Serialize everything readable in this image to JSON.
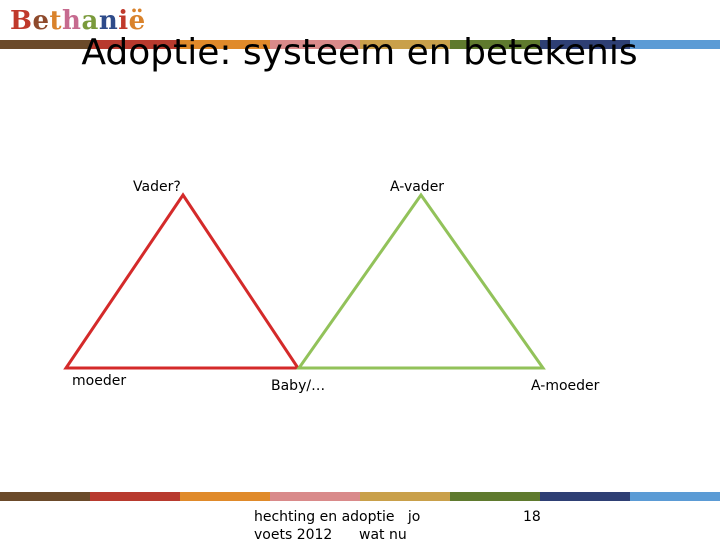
{
  "logo": {
    "text": "Bethanië",
    "colors": [
      "#c0392b",
      "#8e4a2c",
      "#d9822b",
      "#c66a8f",
      "#7a9a3b",
      "#2e4b8a",
      "#c0392b",
      "#d9822b"
    ]
  },
  "title": "Adoptie: systeem en betekenis",
  "stripe_colors": [
    "#6b4a2a",
    "#b83a2e",
    "#e08a2a",
    "#d98a8a",
    "#c9a04a",
    "#5f7a2e",
    "#2e3f74",
    "#5b9bd5"
  ],
  "diagram": {
    "nodes": {
      "father": "Vader?",
      "mother": "moeder",
      "baby": "Baby/…",
      "a_father": "A-vader",
      "a_mother": "A-moeder"
    },
    "triangle_colors": {
      "birth_family": "#d42a2a",
      "adoptive_family": "#92c25a"
    }
  },
  "footer": {
    "text_line1": "hechting en adoptie   jo",
    "text_line2": "voets 2012      wat nu",
    "page_number": "18"
  }
}
